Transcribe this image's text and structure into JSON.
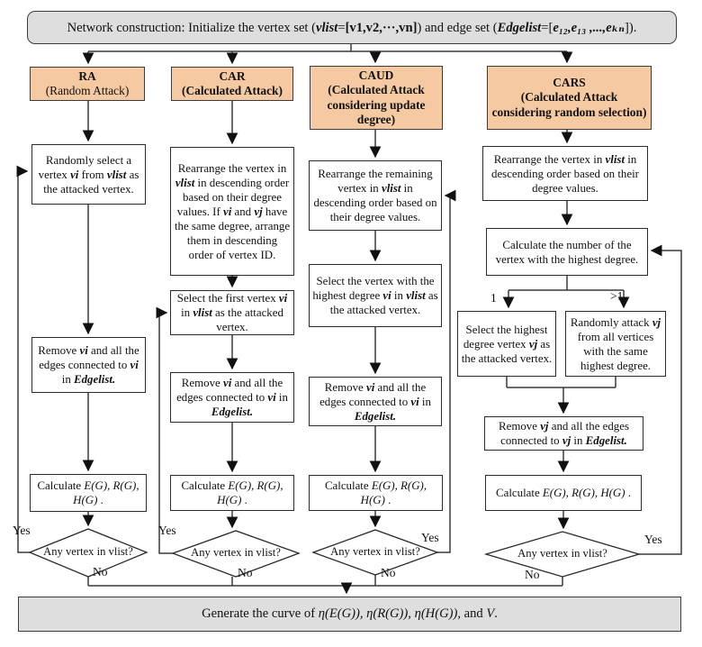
{
  "top_banner": {
    "text": "Network construction: Initialize the vertex set (**vlist**=__[v1,v2,···,vn]__) and edge set (**Edgelist**=[**e₁₂,e₁₃ ,...,eₖₙ**])."
  },
  "bottom_banner": {
    "text": "Generate the curve of *η(E(G)), η(R(G)), η(H(G)),* and *V*."
  },
  "colors": {
    "header_fill": "#f5c9a2",
    "banner_fill": "#dedede",
    "line": "#3a3a3a",
    "box_border": "#2b2b2b"
  },
  "columns": [
    {
      "id": "ra",
      "header": {
        "abbr": "RA",
        "full": "(Random Attack)"
      },
      "steps": [
        "Randomly select a vertex **vi** from **vlist** as the attacked vertex.",
        "Remove **vi** and all the edges connected to **vi** in **Edgelist.**",
        "Calculate *E(G), R(G), H(G)* ."
      ],
      "decision": "Any vertex in vlist?",
      "yes": "Yes",
      "no": "No"
    },
    {
      "id": "car",
      "header": {
        "abbr": "CAR",
        "full": "(Calculated Attack)"
      },
      "steps": [
        "Rearrange the vertex in **vlist** in descending order based on their degree values. If **vi** and **vj** have the same degree, arrange them in descending order of vertex ID.",
        "Select the first vertex **vi** in **vlist** as the attacked vertex.",
        "Remove **vi** and all the edges connected to **vi** in **Edgelist.**",
        "Calculate *E(G), R(G), H(G)* ."
      ],
      "decision": "Any vertex in vlist?",
      "yes": "Yes",
      "no": "No"
    },
    {
      "id": "caud",
      "header": {
        "abbr": "CAUD",
        "full": "(Calculated Attack considering update degree)"
      },
      "steps": [
        "Rearrange the remaining vertex in **vlist** in descending order based on their degree values.",
        "Select the vertex with the highest degree **vi** in **vlist** as the attacked vertex.",
        "Remove **vi** and all the edges connected to **vi** in **Edgelist.**",
        "Calculate *E(G), R(G), H(G)* ."
      ],
      "decision": "Any vertex in vlist?",
      "yes": "Yes",
      "no": "No"
    },
    {
      "id": "cars",
      "header": {
        "abbr": "CARS",
        "full": "(Calculated Attack considering random selection)"
      },
      "steps": [
        "Rearrange the vertex in **vlist** in descending order based on their degree values.",
        "Calculate the number of the vertex with the highest degree."
      ],
      "branch": {
        "label_one": "1",
        "label_many": ">1",
        "one": "Select the highest degree vertex **vj** as the attacked vertex.",
        "many": "Randomly attack **vj** from all vertices with the same highest degree."
      },
      "after_branch_steps": [
        "Remove **vj** and all the edges connected to **vj** in **Edgelist.**",
        "Calculate *E(G), R(G), H(G)* ."
      ],
      "decision": "Any vertex in vlist?",
      "yes": "Yes",
      "no": "No"
    }
  ]
}
